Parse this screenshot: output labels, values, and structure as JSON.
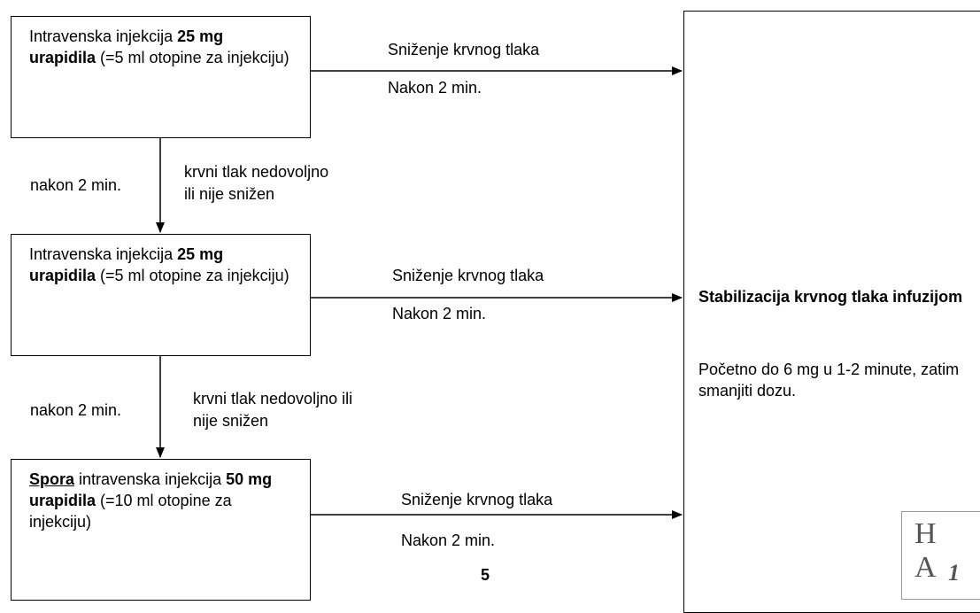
{
  "steps": [
    {
      "prefix": "Intravenska injekcija ",
      "bold": "25 mg urapidila",
      "suffix": " (=5 ml otopine za injekciju)",
      "arrow_top": "Sniženje krvnog tlaka",
      "arrow_bottom": "Nakon 2 min."
    },
    {
      "prefix": "Intravenska injekcija ",
      "bold": "25 mg urapidila",
      "suffix": " (=5 ml otopine za injekciju)",
      "arrow_top": "Sniženje krvnog tlaka",
      "arrow_bottom": "Nakon 2 min."
    },
    {
      "underlined_bold": "Spora",
      "prefix": " intravenska injekcija ",
      "bold": "50 mg urapidila",
      "suffix": " (=10 ml otopine za injekciju)",
      "arrow_top": "Sniženje krvnog tlaka",
      "arrow_bottom": "Nakon 2 min."
    }
  ],
  "transitions": [
    {
      "left_label": "nakon 2 min.",
      "right_label_line1": "krvni tlak nedovoljno",
      "right_label_line2": "ili nije snižen"
    },
    {
      "left_label": "nakon 2 min.",
      "right_label_line1": "krvni tlak nedovoljno ili",
      "right_label_line2": "nije snižen"
    }
  ],
  "result": {
    "title": "Stabilizacija krvnog tlaka infuzijom",
    "text": "Početno do 6 mg u 1-2 minute, zatim smanjiti dozu."
  },
  "stamp": {
    "line1": "H A",
    "line2": "1"
  },
  "page_number": "5"
}
